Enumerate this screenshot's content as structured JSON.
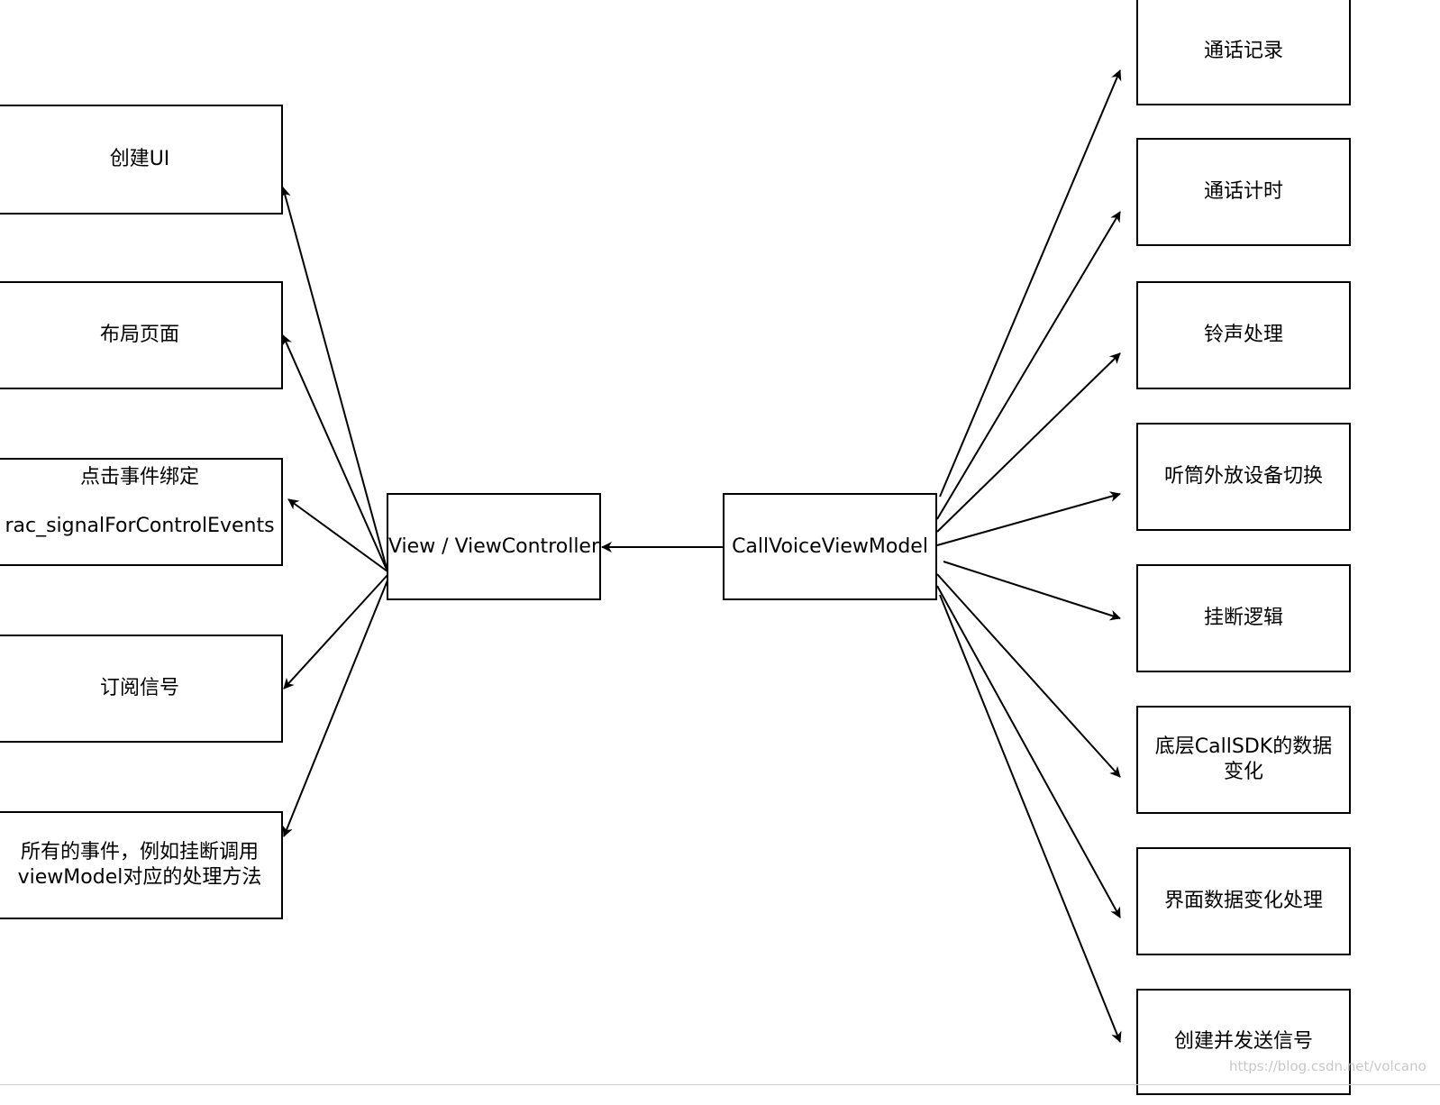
{
  "center": {
    "view": "View / ViewController",
    "viewmodel": "CallVoiceViewModel"
  },
  "left_boxes": [
    {
      "lines": [
        "创建UI"
      ]
    },
    {
      "lines": [
        "布局页面"
      ]
    },
    {
      "lines": [
        "点击事件绑定",
        "rac_signalForControlEvents"
      ]
    },
    {
      "lines": [
        "订阅信号"
      ]
    },
    {
      "lines": [
        "所有的事件，例如挂断调用",
        "viewModel对应的处理方法"
      ]
    }
  ],
  "right_boxes": [
    {
      "lines": [
        "通话记录"
      ]
    },
    {
      "lines": [
        "通话计时"
      ]
    },
    {
      "lines": [
        "铃声处理"
      ]
    },
    {
      "lines": [
        "听筒外放设备切换"
      ]
    },
    {
      "lines": [
        "挂断逻辑"
      ]
    },
    {
      "lines": [
        "底层CallSDK的数据",
        "变化"
      ]
    },
    {
      "lines": [
        "界面数据变化处理"
      ]
    },
    {
      "lines": [
        "创建并发送信号"
      ]
    }
  ],
  "watermark": "https://blog.csdn.net/volcano"
}
